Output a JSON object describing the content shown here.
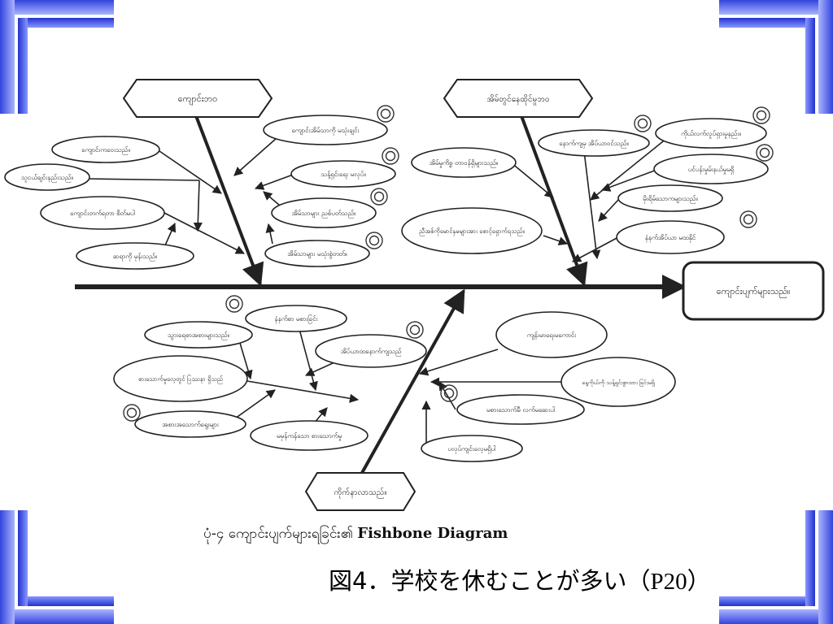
{
  "diagram": {
    "head": "ကျောင်းပျက်များသည်။",
    "categories": {
      "school": "ကျောင်းဘဝ",
      "home": "အိမ်တွင်နေထိုင်မှုဘဝ",
      "personal": "ကိုက်နာလာသည်။"
    },
    "causes": {
      "c1": "ကျောင်းအိမ်သာကို မသုံးချင်း",
      "c2": "ကျောင်းကဝေးသည်။",
      "c3": "သူငယ်ချင်းနည်းသည်။",
      "c4": "သန့်ရှင်းရေး မလုပ်။",
      "c5": "ကျောင်းတက်ရတာ စိတ်မပါ",
      "c6": "အိမ်သာများ ညစ်ပတ်သည်။",
      "c7": "ဆရာကို မုန်းသည်။",
      "c8": "အိမ်သာများ မသုံးစွဲတတ်။",
      "c9": "အိမ်မှုကိစ္စ တာဝန်ရှိများသည်။",
      "c10": "နောက်ကျမှ အိပ်ယာဝင်သည်။",
      "c11": "ကိုယ်လက်လှုပ်ရှားမှုနည်း။",
      "c12": "ပင်ပန်းမှုမ်းနယ်မှုမရှိ",
      "c13": "ညီအစ်ကိုမောင်နှမများအား စောင့်ရှောက်ရသည်။",
      "c14": "မိုးရိမ်သောကများသည်။",
      "c15": "နံနက်အိပ်ယာ မထနိုင်",
      "c16": "နံနက်စာ မစားခြင်း",
      "c17": "သွားရေစာအစားများသည်။",
      "c18": "အိပ်ယာထနောက်ကျသည်",
      "c19": "ကျန်းမာရေးမကောင်း",
      "c20": "စားသောက်မှုလေ့တွင် ပြဿနာ ရှိသည်",
      "c21": "နေ့ကိုယ်ကို သန့်ရှင်းစွာထား ခြင်းမရှိ",
      "c22": "အစားအသောက်ရွေးများ",
      "c23": "မစားသောက်မီ လက်မဆေးပါ",
      "c24": "မမှန်ကန်သော စားသောက်မှု",
      "c25": "ပလုပ်ကျင်းလေ့မရှိပါ"
    }
  },
  "caption": {
    "mm": "ပုံ-၄ ကျောင်းပျက်များရခြင်း၏ ",
    "en": "Fishbone Diagram",
    "jp_main": "図4．学校を休むことが多い",
    "jp_page": "（P20）"
  }
}
